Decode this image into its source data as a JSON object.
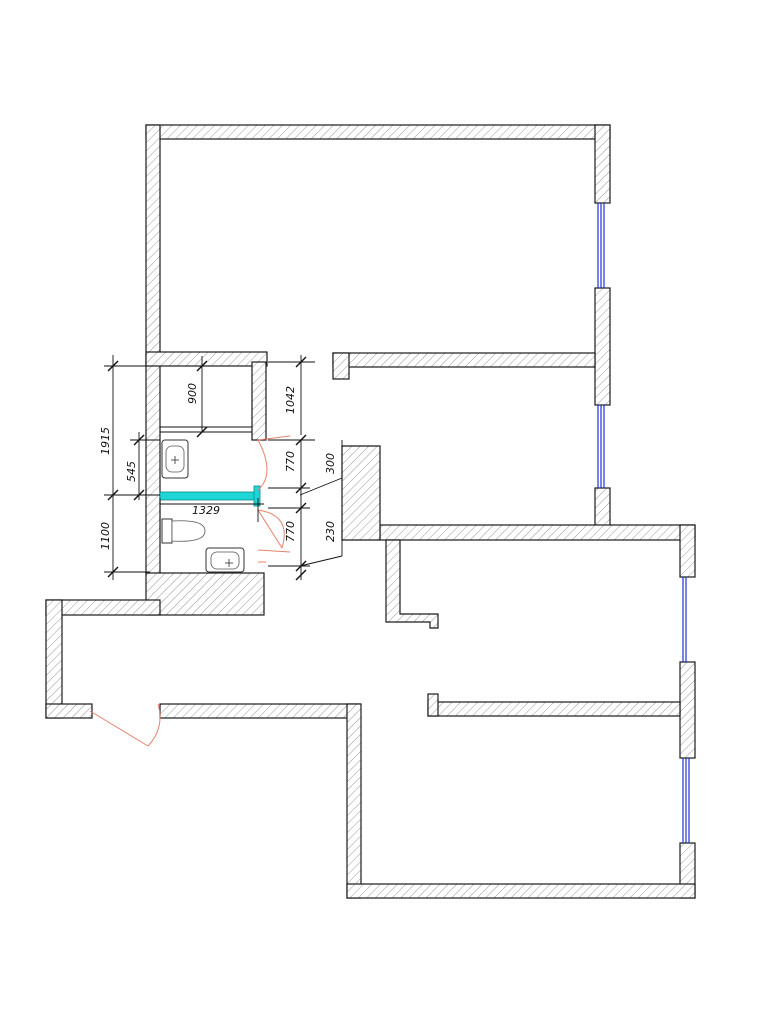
{
  "colors": {
    "wall_hatch": "#9a9a9a",
    "wall_outline": "#1a1a1a",
    "window": "#1f2fd6",
    "door_swing": "#e8826a",
    "partition_highlight": "#1fd6d6",
    "dimension": "#111111"
  },
  "dimensions": {
    "overall_left": "1915",
    "sink_offset": "545",
    "lower_left": "1100",
    "closet_depth": "900",
    "right_upper": "1042",
    "door_upper": "770",
    "door_lower": "770",
    "jamb_upper": "300",
    "jamb_lower": "230",
    "partition_length": "1329"
  },
  "fixtures": [
    "washbasin-icon",
    "toilet-icon",
    "washbasin-icon"
  ]
}
